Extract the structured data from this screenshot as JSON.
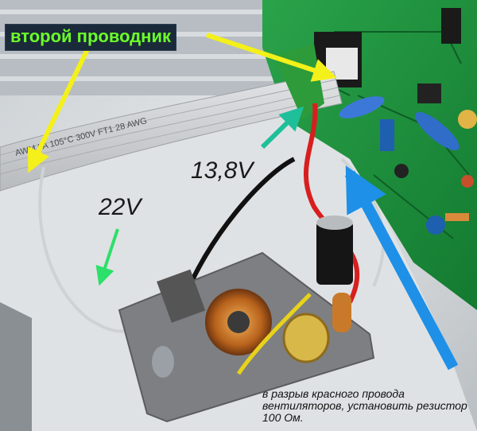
{
  "labels": {
    "second_conductor": "второй проводник",
    "voltage_in": "22V",
    "voltage_out": "13,8V",
    "note": "в разрыв красного провода вентиляторов, установить резистор 100 Ом."
  },
  "cable_print": "AWM I A 105°C 300V FT1 28 AWG",
  "colors": {
    "label_green": "#6cff2a",
    "label_bg": "#1b2a3a",
    "arrow_yellow": "#f4f01a",
    "arrow_green": "#2ce06a",
    "arrow_teal": "#1fbf9a",
    "arrow_blue": "#1e90e8",
    "pcb_green": "#1f8a3a"
  }
}
